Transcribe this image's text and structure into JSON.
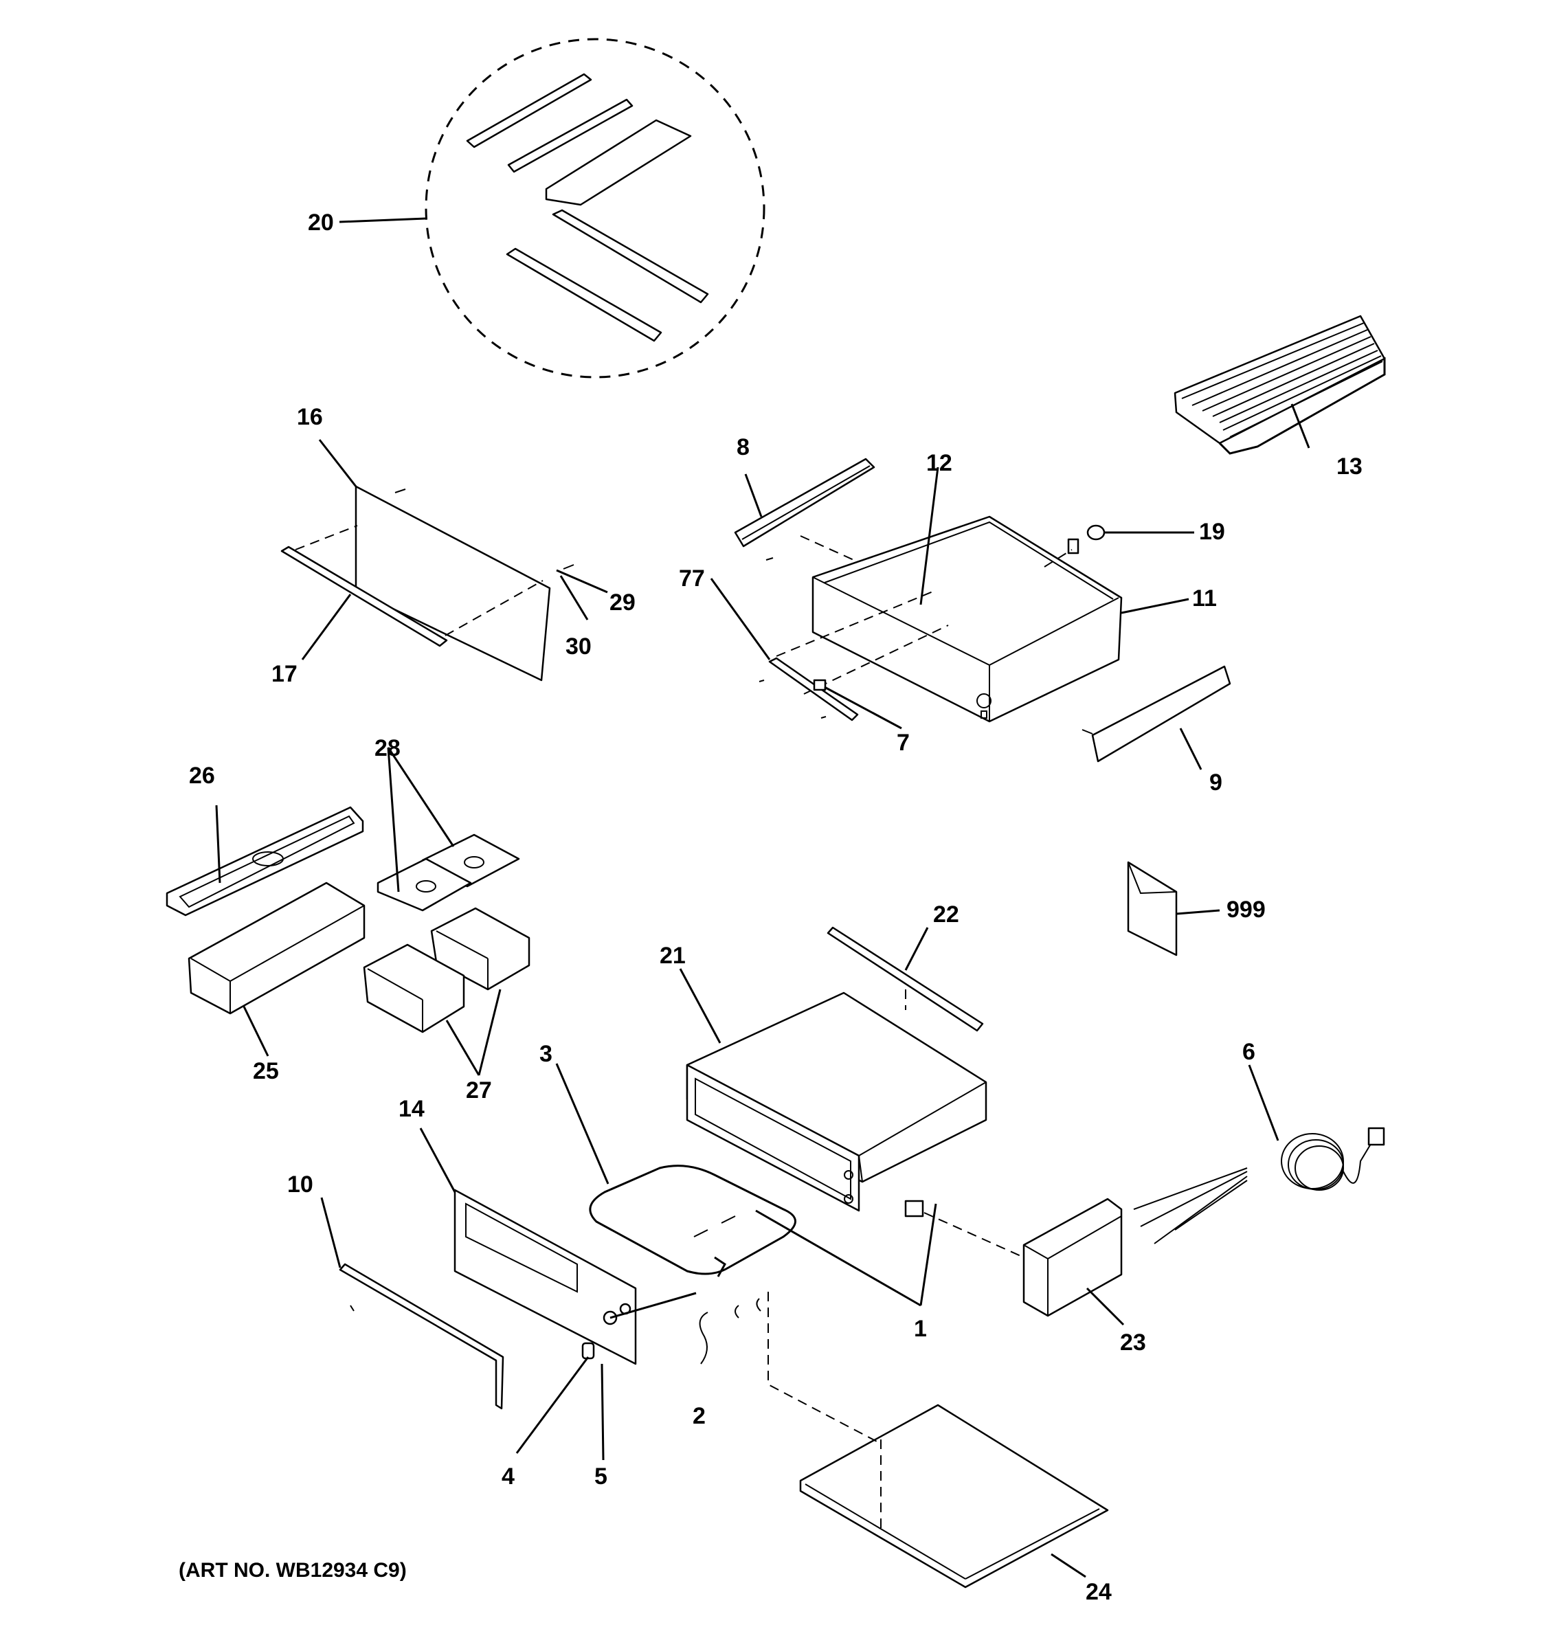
{
  "callouts": {
    "c1": "1",
    "c2": "2",
    "c3": "3",
    "c4": "4",
    "c5": "5",
    "c6": "6",
    "c7": "7",
    "c8": "8",
    "c9": "9",
    "c10": "10",
    "c11": "11",
    "c12": "12",
    "c13": "13",
    "c14": "14",
    "c16": "16",
    "c17": "17",
    "c19": "19",
    "c20": "20",
    "c21": "21",
    "c22": "22",
    "c23": "23",
    "c24": "24",
    "c25": "25",
    "c26": "26",
    "c27": "27",
    "c28": "28",
    "c29": "29",
    "c30": "30",
    "c77": "77",
    "c999": "999"
  },
  "caption": "(ART NO. WB12934 C9)"
}
